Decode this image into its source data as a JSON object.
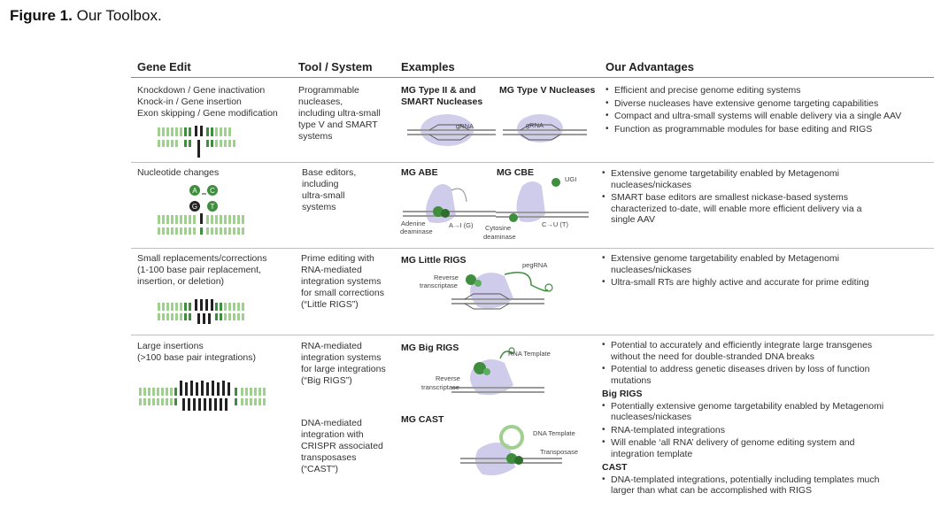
{
  "caption": {
    "figure_label": "Figure 1.",
    "title": "Our Toolbox."
  },
  "headers": {
    "gene_edit": "Gene Edit",
    "tool": "Tool / System",
    "examples": "Examples",
    "advantages": "Our Advantages"
  },
  "rows": [
    {
      "gene_edit": [
        "Knockdown / Gene inactivation",
        "Knock-in / Gene insertion",
        "Exon skipping / Gene modification"
      ],
      "tool": [
        "Programmable",
        "nucleases,",
        "including ultra-small",
        "type V and SMART",
        "systems"
      ],
      "examples": {
        "a": [
          "MG Type II & and",
          "SMART Nucleases"
        ],
        "b": "MG Type V Nucleases",
        "grna_a": "gRNA",
        "grna_b": "gRNA"
      },
      "advantages": [
        "Efficient and precise genome editing systems",
        "Diverse nucleases have extensive genome targeting capabilities",
        "Compact and ultra-small systems will enable delivery via a single AAV",
        "Function as programmable modules for base editing and RIGS"
      ]
    },
    {
      "gene_edit": [
        "Nucleotide changes"
      ],
      "nucleotides": [
        "A",
        "C",
        "G",
        "T"
      ],
      "tool": [
        "Base editors,",
        "including",
        "ultra-small",
        "systems"
      ],
      "examples": {
        "a": "MG ABE",
        "b": "MG CBE",
        "adenine": [
          "Adenine",
          "deaminase"
        ],
        "a_to_i": "A→I (G)",
        "cytosine": [
          "Cytosine",
          "deaminase"
        ],
        "c_to_u": "C→U (T)",
        "ugi": "UGI"
      },
      "advantages": [
        [
          "Extensive genome targetability enabled by Metagenomi",
          "nucleases/nickases"
        ],
        [
          "SMART base editors are smallest nickase-based systems",
          "characterized to-date, will enable more efficient delivery via a",
          "single AAV"
        ]
      ]
    },
    {
      "gene_edit": [
        "Small replacements/corrections",
        "(1-100 base pair replacement,",
        "insertion, or deletion)"
      ],
      "tool": [
        "Prime editing with",
        "RNA-mediated",
        "integration systems",
        "for small corrections",
        "(“Little RIGS”)"
      ],
      "examples": {
        "a": "MG Little RIGS",
        "pegrna": "pegRNA",
        "rt": [
          "Reverse",
          "transcriptase"
        ]
      },
      "advantages": [
        [
          "Extensive genome targetability enabled by Metagenomi",
          "nucleases/nickases"
        ],
        [
          "Ultra-small RTs are highly active and accurate for prime editing"
        ]
      ]
    },
    {
      "gene_edit": [
        "Large insertions",
        "(>100 base pair integrations)"
      ],
      "tool_a": [
        "RNA-mediated",
        "integration systems",
        "for large integrations",
        "(“Big RIGS”)"
      ],
      "tool_b": [
        "DNA-mediated",
        "integration with",
        "CRISPR associated",
        "transposases",
        "(“CAST”)"
      ],
      "examples": {
        "a": "MG Big RIGS",
        "rna_template": "RNA Template",
        "rt": [
          "Reverse",
          "transcriptase"
        ],
        "b": "MG CAST",
        "dna_template": "DNA Template",
        "transposase": "Transposase"
      },
      "advantages": [
        [
          "Potential to accurately and efficiently integrate large transgenes",
          "without the need for double-stranded DNA breaks"
        ],
        [
          "Potential to address genetic diseases driven by loss of function",
          "mutations"
        ]
      ],
      "big_rigs_heading": "Big RIGS",
      "big_rigs": [
        [
          "Potentially extensive genome targetability enabled by Metagenomi",
          "nucleases/nickases"
        ],
        [
          "RNA-templated integrations"
        ],
        [
          "Will enable ‘all RNA’ delivery of genome editing system and",
          "integration template"
        ]
      ],
      "cast_heading": "CAST",
      "cast": [
        [
          "DNA-templated integrations, potentially including templates much",
          "larger than what can be accomplished with RIGS"
        ]
      ]
    }
  ],
  "colors": {
    "green": "#3e8e3e",
    "light_green": "#9fd08f",
    "dark": "#222222",
    "purple": "#c9c6e8",
    "grey_dna": "#9a9a9a"
  }
}
